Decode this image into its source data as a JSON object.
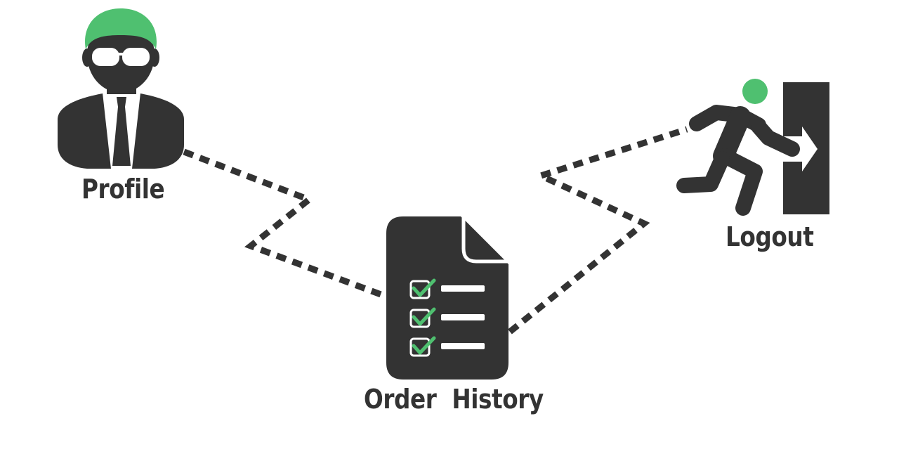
{
  "nodes": {
    "profile": {
      "label": "Profile",
      "icon": "businessman-sunglasses-icon"
    },
    "order_history": {
      "label": "Order  History",
      "icon": "checklist-document-icon"
    },
    "logout": {
      "label": "Logout",
      "icon": "exit-running-person-icon"
    }
  },
  "colors": {
    "dark": "#333333",
    "accent": "#4fc070",
    "background": "#ffffff"
  }
}
